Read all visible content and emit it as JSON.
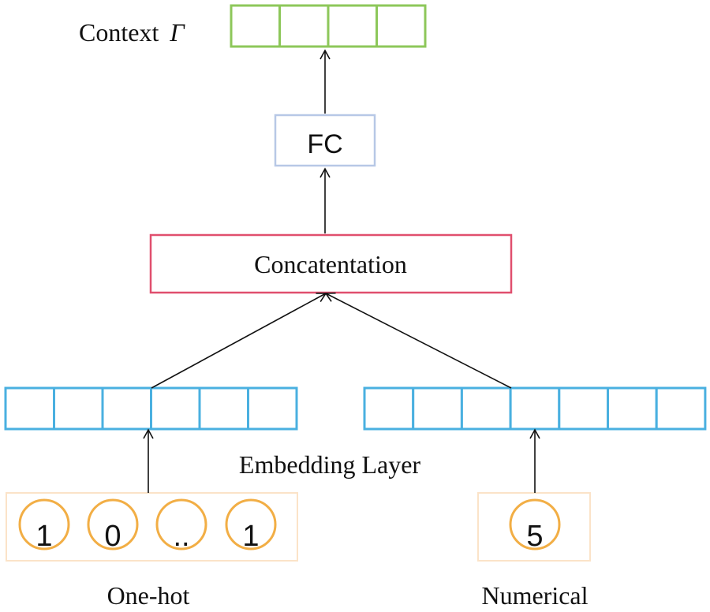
{
  "context": {
    "label": "Context",
    "symbol": "Γ",
    "cells": 4,
    "color": "#8dc75a"
  },
  "fc": {
    "label": "FC",
    "color": "#b7c8e6"
  },
  "concat": {
    "label": "Concatentation",
    "color": "#e04f6e"
  },
  "embedding": {
    "label": "Embedding Layer",
    "color": "#4ab0e0",
    "left_cells": 6,
    "right_cells": 7
  },
  "inputs": {
    "border_color": "#fbe3c8",
    "circle_color": "#f2ae45",
    "onehot": {
      "label": "One-hot",
      "values": [
        "1",
        "0",
        "..",
        "1"
      ]
    },
    "numerical": {
      "label": "Numerical",
      "values": [
        "5"
      ]
    }
  },
  "arrow_color": "#111111"
}
